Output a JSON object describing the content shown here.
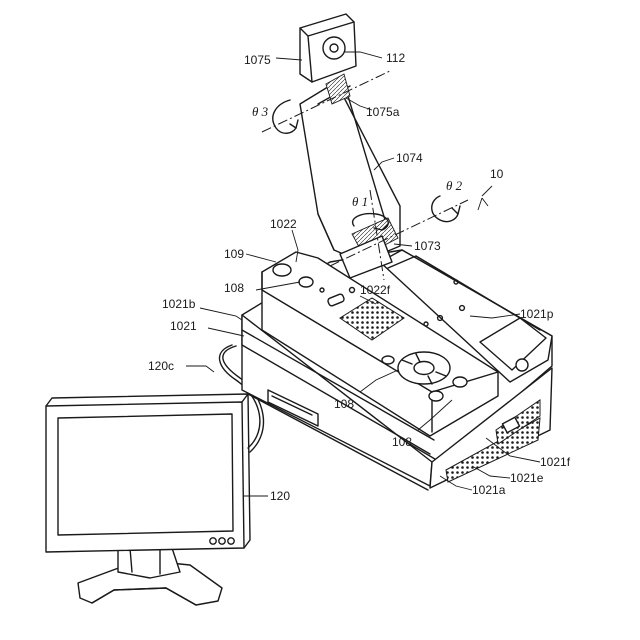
{
  "labels": {
    "l1075": "1075",
    "l112": "112",
    "l1075a": "1075a",
    "theta3": "θ 3",
    "l1074": "1074",
    "l10": "10",
    "theta1": "θ 1",
    "theta2": "θ 2",
    "l1022": "1022",
    "l1073": "1073",
    "l109": "109",
    "l108a": "108",
    "l1022f": "1022f",
    "l1021b": "1021b",
    "l1021p": "1021p",
    "l1021": "1021",
    "l120c": "120c",
    "l108b": "108",
    "l108c": "108",
    "l1021f": "1021f",
    "l1021e": "1021e",
    "l1021a": "1021a",
    "l120": "120"
  }
}
